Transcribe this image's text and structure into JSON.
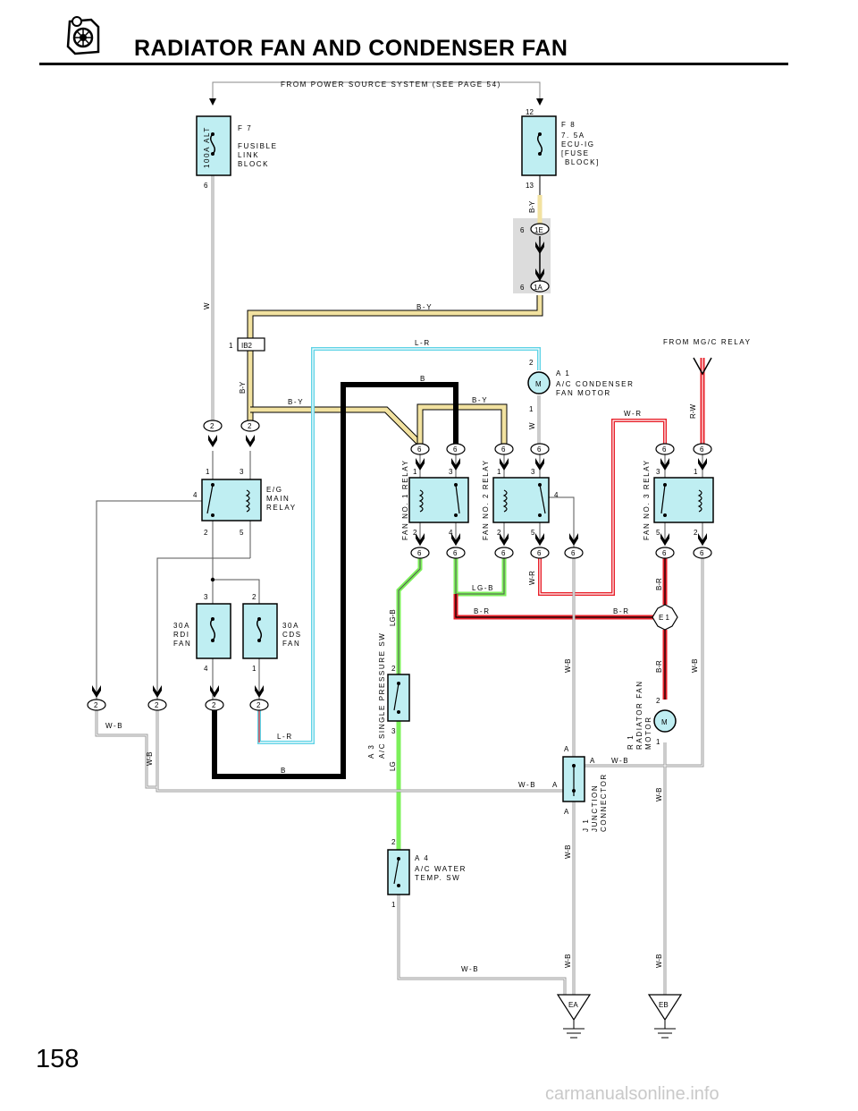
{
  "page": {
    "title": "RADIATOR FAN AND CONDENSER FAN",
    "page_number": "158",
    "watermark": "carmanualsonline.info"
  },
  "source_note": "FROM POWER SOURCE SYSTEM (SEE PAGE 54)",
  "mgc_note": "FROM MG/C RELAY",
  "colors": {
    "box": "#bfeef2",
    "wire_by": "#f2e2a0",
    "wire_lr": "#5fd3e6",
    "wire_red": "#e8202a",
    "wire_green": "#7cf05a",
    "wire_gray": "#9a9a9a",
    "shade": "#dcdcdc"
  },
  "components": {
    "f7": {
      "code": "F 7",
      "name1": "FUSIBLE",
      "name2": "LINK",
      "name3": "BLOCK",
      "fuse": "100A ALT",
      "pin_bottom": "6"
    },
    "f8": {
      "code": "F 8",
      "name1": "7. 5A",
      "name2": "ECU-IG",
      "name3": "[FUSE",
      "name4": "BLOCK]",
      "pin_top": "12",
      "pin_bottom": "13"
    },
    "main_relay": {
      "name1": "E/G",
      "name2": "MAIN",
      "name3": "RELAY"
    },
    "fuse_rdi": {
      "name1": "30A",
      "name2": "RDI",
      "name3": "FAN"
    },
    "fuse_cds": {
      "name1": "30A",
      "name2": "CDS",
      "name3": "FAN"
    },
    "a1": {
      "code": "A 1",
      "name1": "A/C CONDENSER",
      "name2": "FAN MOTOR",
      "motor": "M"
    },
    "relay1": {
      "name": "FAN NO. 1 RELAY"
    },
    "relay2": {
      "name": "FAN NO. 2 RELAY"
    },
    "relay3": {
      "name": "FAN NO. 3 RELAY"
    },
    "a3": {
      "code": "A 3",
      "name": "A/C SINGLE PRESSURE SW"
    },
    "a4": {
      "code": "A 4",
      "name1": "A/C WATER",
      "name2": "TEMP. SW"
    },
    "r1": {
      "code": "R 1",
      "name1": "RADIATOR FAN",
      "name2": "MOTOR",
      "motor": "M"
    },
    "j1": {
      "code": "J 1",
      "name1": "JUNCTION",
      "name2": "CONNECTOR"
    },
    "e1": {
      "code": "E 1"
    },
    "ea": {
      "code": "EA"
    },
    "eb": {
      "code": "EB"
    },
    "ib2": {
      "code": "IB2",
      "pin": "1"
    },
    "c1e": {
      "code": "1E",
      "pin": "6"
    },
    "c1a": {
      "code": "1A",
      "pin": "6"
    }
  },
  "wires": {
    "w": "W",
    "by": "B-Y",
    "lr": "L-R",
    "b": "B",
    "wr": "W-R",
    "rw": "R-W",
    "wb": "W-B",
    "lgb": "LG-B",
    "lg": "LG",
    "br": "B-R"
  },
  "pins": {
    "p1": "1",
    "p2": "2",
    "p3": "3",
    "p4": "4",
    "p5": "5",
    "p6": "6",
    "pa": "A"
  }
}
